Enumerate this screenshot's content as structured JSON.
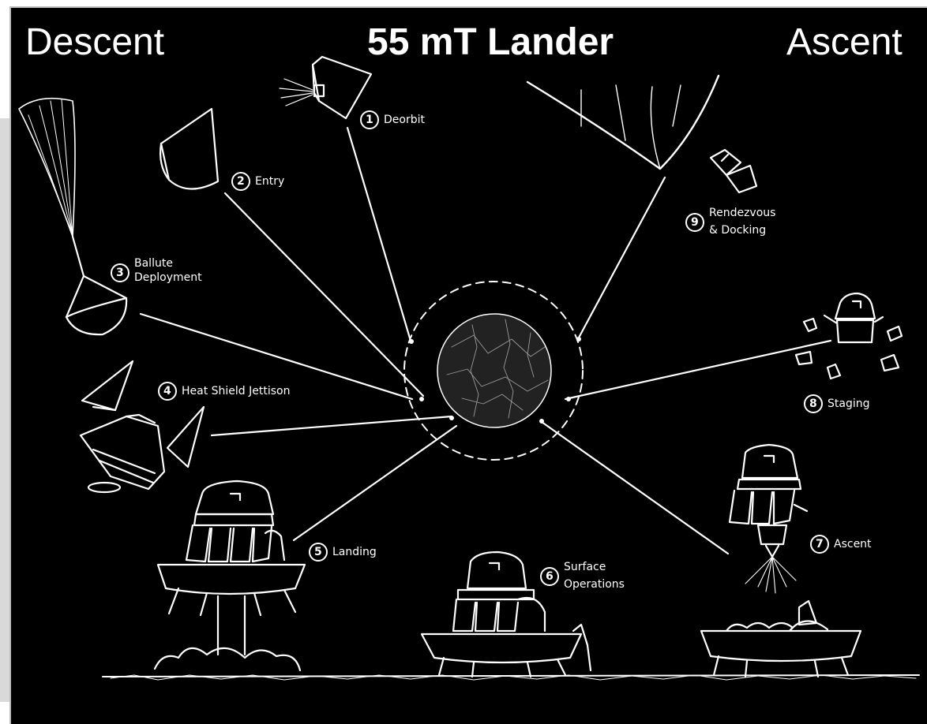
{
  "header": {
    "left_label": "Descent",
    "title": "55 mT Lander",
    "right_label": "Ascent"
  },
  "stages": [
    {
      "number": "1",
      "label": "Deorbit"
    },
    {
      "number": "2",
      "label": "Entry"
    },
    {
      "number": "3",
      "label": "Ballute",
      "label2": "Deployment"
    },
    {
      "number": "4",
      "label": "Heat Shield Jettison"
    },
    {
      "number": "5",
      "label": "Landing"
    },
    {
      "number": "6",
      "label": "Surface",
      "label2": "Operations"
    },
    {
      "number": "7",
      "label": "Ascent"
    },
    {
      "number": "8",
      "label": "Staging"
    },
    {
      "number": "9",
      "label": "Rendezvous",
      "label2": "& Docking"
    }
  ],
  "colors": {
    "background": "#000000",
    "ink": "#ffffff"
  }
}
